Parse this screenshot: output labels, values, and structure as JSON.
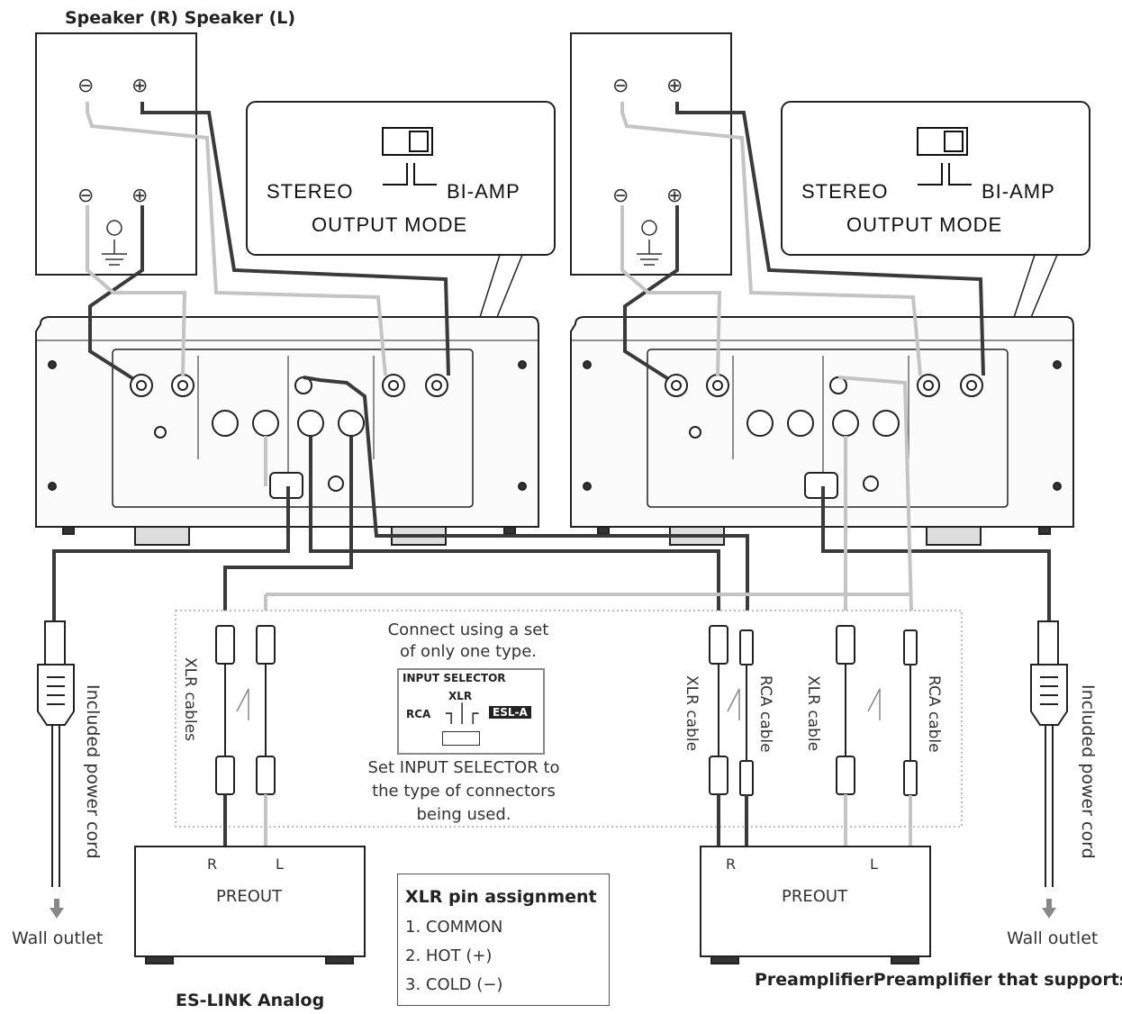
{
  "header": {
    "speaker_label": "Speaker (R) Speaker (L)"
  },
  "callouts": [
    {
      "left_word": "STEREO",
      "right_word": "BI-AMP",
      "caption": "OUTPUT MODE"
    },
    {
      "left_word": "STEREO",
      "right_word": "BI-AMP",
      "caption": "OUTPUT MODE"
    }
  ],
  "speaker_terminals": {
    "minus": "⊖",
    "plus": "⊕"
  },
  "cables": {
    "xlr_cables": "XLR cables",
    "xlr_cable": "XLR cable",
    "rca_cable": "RCA cable",
    "power_cord": "Included power cord",
    "wall_outlet": "Wall outlet"
  },
  "note": {
    "connect_line1": "Connect using a set",
    "connect_line2": "of only one type.",
    "selector_title": "INPUT SELECTOR",
    "selector_xlr": "XLR",
    "selector_rca": "RCA",
    "selector_esl": "ESL-A",
    "set_line1": "Set INPUT SELECTOR to",
    "set_line2": "the type of connectors",
    "set_line3": "being used."
  },
  "preamps": [
    {
      "r": "R",
      "l": "L",
      "label": "PREOUT"
    },
    {
      "r": "R",
      "l": "L",
      "label": "PREOUT"
    }
  ],
  "pin_assignment": {
    "title": "XLR pin assignment",
    "pins": [
      "1. COMMON",
      "2. HOT (+)",
      "3. COLD (−)"
    ]
  },
  "footer": {
    "left": "ES-LINK Analog",
    "right": "PreamplifierPreamplifier that supports"
  },
  "colors": {
    "dark_wire": "#3a3a3a",
    "light_wire": "#c4c4c4",
    "outline": "#333333"
  }
}
